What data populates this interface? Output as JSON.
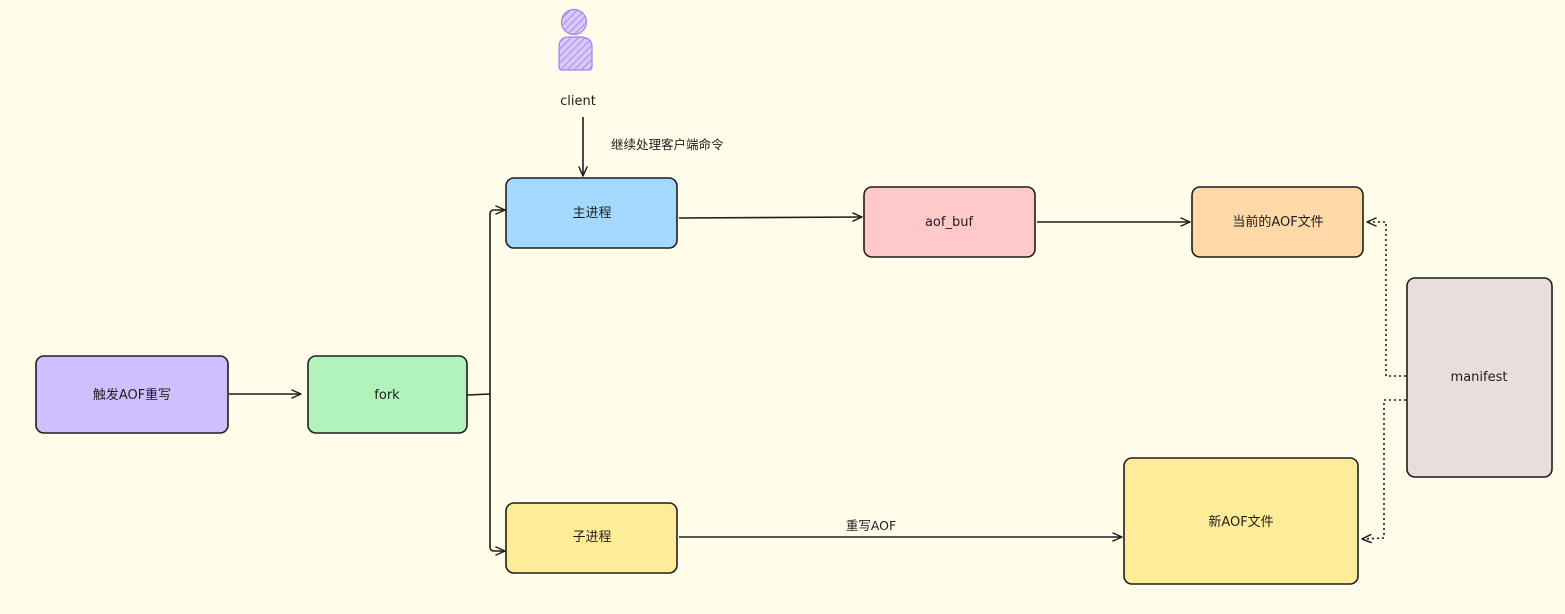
{
  "diagram": {
    "colors": {
      "background": "#fffce9",
      "stroke": "#1e1e1e",
      "purple": "#d0bfff",
      "green": "#b2f2bb",
      "blue": "#a5d8ff",
      "pink": "#ffc9c9",
      "orange": "#ffd8a8",
      "yellow": "#ffec99",
      "gray": "#e9dedb",
      "person": "#c2a8f5"
    },
    "actor": {
      "label": "client",
      "icon": "person-icon"
    },
    "nodes": {
      "trigger": "触发AOF重写",
      "fork": "fork",
      "main_process": "主进程",
      "child_process": "子进程",
      "aof_buf": "aof_buf",
      "current_aof": "当前的AOF文件",
      "new_aof": "新AOF文件",
      "manifest": "manifest"
    },
    "edges": {
      "client_to_main": "继续处理客户端命令",
      "child_to_new": "重写AOF"
    }
  }
}
